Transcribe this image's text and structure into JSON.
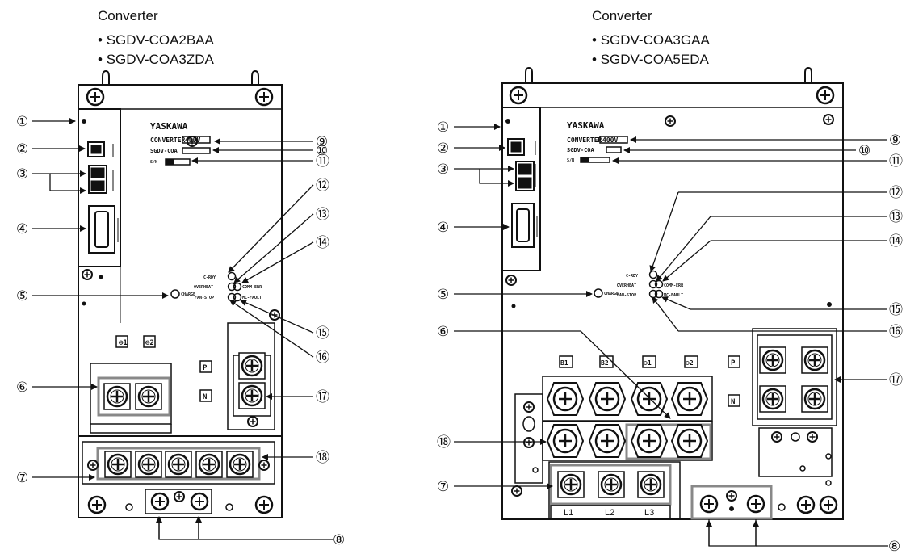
{
  "diagrams": [
    {
      "title": "Converter",
      "models": [
        "SGDV-COA2BAA",
        "SGDV-COA3ZDA"
      ],
      "terminals_top": [
        "⊖1",
        "⊖2"
      ],
      "terminals_mid": [
        "P",
        "N"
      ]
    },
    {
      "title": "Converter",
      "models": [
        "SGDV-COA3GAA",
        "SGDV-COA5EDA"
      ],
      "terminals_top": [
        "B1",
        "B2",
        "⊖1",
        "⊖2",
        "P"
      ],
      "terminals_mid": [
        "N"
      ],
      "bottom_labels": [
        "L1",
        "L2",
        "L3"
      ]
    }
  ],
  "panel": {
    "brand": "YASKAWA",
    "converter_label": "CONVERTER",
    "voltage": "400V",
    "model_prefix": "SGDV-COA",
    "serial_label": "S/N",
    "led_c_rdy": "C-RDY",
    "led_overheat": "OVERHEAT",
    "led_comm_err": "COMM-ERR",
    "led_fan_stop": "FAN-STOP",
    "led_mc_fault": "MC-FAULT",
    "charge": "CHARGE"
  },
  "callouts": [
    "①",
    "②",
    "③",
    "④",
    "⑤",
    "⑥",
    "⑦",
    "⑧",
    "⑨",
    "⑩",
    "⑪",
    "⑫",
    "⑬",
    "⑭",
    "⑮",
    "⑯",
    "⑰",
    "⑱"
  ]
}
